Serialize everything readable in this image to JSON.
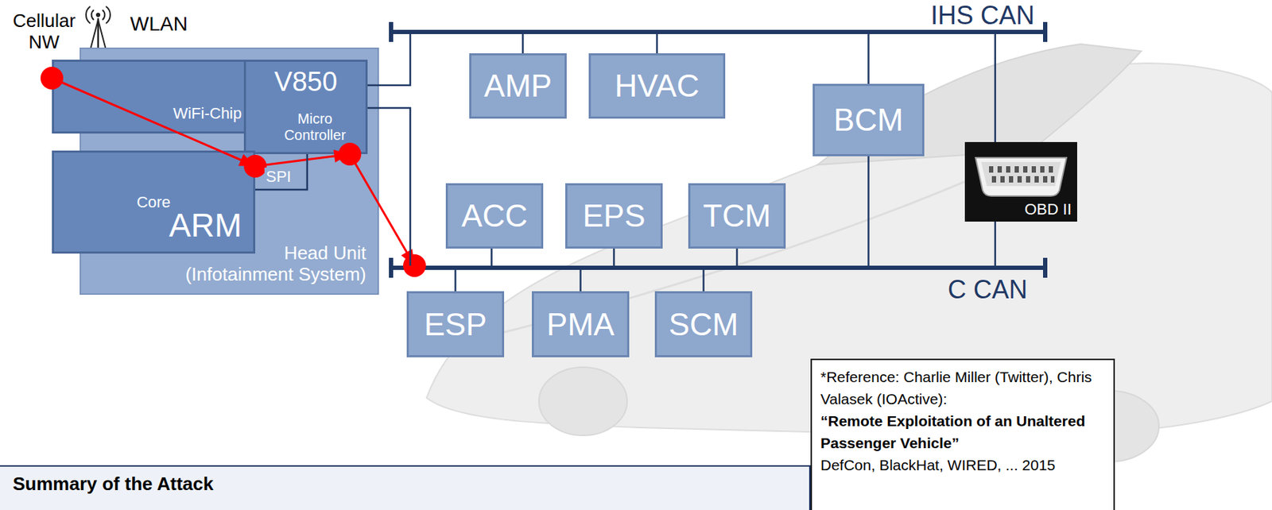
{
  "diagram": {
    "nodes": [
      {
        "text": [
          "Head Unit (Infotainment System)"
        ]
      },
      {
        "text": [
          "WiFi-Chip"
        ],
        "in": 0
      },
      {
        "text": [
          "Micro Controller",
          "V850"
        ],
        "in": 0
      },
      {
        "text": [
          "ARM",
          "Core"
        ],
        "in": 0
      },
      {
        "text": [
          "IHS CAN"
        ]
      },
      {
        "text": [
          "AMP"
        ]
      },
      {
        "text": [
          "HVAC"
        ]
      },
      {
        "text": [
          "BCM"
        ]
      },
      {
        "text": [
          "OBD II"
        ]
      },
      {
        "text": [
          "ACC"
        ]
      },
      {
        "text": [
          "EPS"
        ]
      },
      {
        "text": [
          "TCM"
        ]
      },
      {
        "text": [
          "C CAN"
        ]
      },
      {
        "text": [
          "ESP"
        ]
      },
      {
        "text": [
          "PMA"
        ]
      },
      {
        "text": [
          "SCM"
        ]
      },
      {
        "text": [
          "*Reference: Charlie Miller (Twitter), Chris Valasek (IOActive):",
          "“Remote Exploitation of an Unaltered Passenger Vehicle”",
          "DefCon, BlackHat, WIRED, ... 2015"
        ]
      },
      {
        "text": [
          "Summary of the Attack"
        ]
      }
    ],
    "edges": [
      {
        "from": 1,
        "to": 3,
        "arrow": "to"
      },
      {
        "from": 3,
        "to": 2,
        "arrow": "to"
      },
      {
        "from": 2,
        "to": 12,
        "arrow": "to"
      },
      {
        "from": 3,
        "to": 2,
        "arrow": "none",
        "label": "SPI"
      },
      {
        "from": 2,
        "to": 4,
        "arrow": "none"
      },
      {
        "from": 2,
        "to": 12,
        "arrow": "none"
      },
      {
        "from": 5,
        "to": 4,
        "arrow": "none"
      },
      {
        "from": 6,
        "to": 4,
        "arrow": "none"
      },
      {
        "from": 7,
        "to": 4,
        "arrow": "none"
      },
      {
        "from": 7,
        "to": 12,
        "arrow": "none"
      },
      {
        "from": 8,
        "to": 4,
        "arrow": "none"
      },
      {
        "from": 8,
        "to": 12,
        "arrow": "none"
      },
      {
        "from": 9,
        "to": 12,
        "arrow": "none"
      },
      {
        "from": 10,
        "to": 12,
        "arrow": "none"
      },
      {
        "from": 11,
        "to": 12,
        "arrow": "none"
      },
      {
        "from": 13,
        "to": 12,
        "arrow": "none"
      },
      {
        "from": 14,
        "to": 12,
        "arrow": "none"
      },
      {
        "from": 15,
        "to": 12,
        "arrow": "none"
      }
    ],
    "labels": [
      "Cellular NW",
      "WLAN"
    ]
  }
}
